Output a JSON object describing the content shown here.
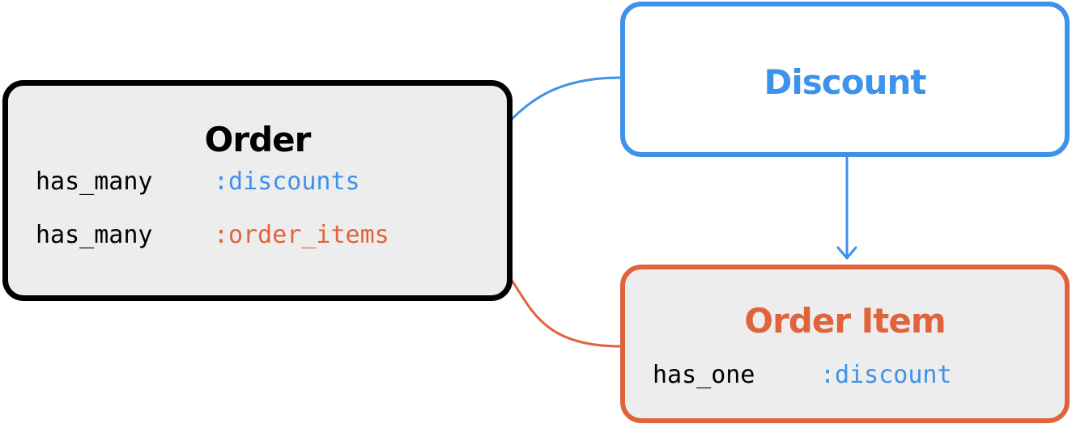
{
  "colors": {
    "blue": "#3d92ea",
    "orange": "#e0633b",
    "black": "#000000",
    "box_fill": "#ededed"
  },
  "order": {
    "title": "Order",
    "rows": [
      {
        "keyword": "has_many",
        "symbol": ":discounts"
      },
      {
        "keyword": "has_many",
        "symbol": ":order_items"
      }
    ]
  },
  "discount": {
    "title": "Discount"
  },
  "order_item": {
    "title": "Order Item",
    "rows": [
      {
        "keyword": "has_one",
        "symbol": ":discount"
      }
    ]
  }
}
